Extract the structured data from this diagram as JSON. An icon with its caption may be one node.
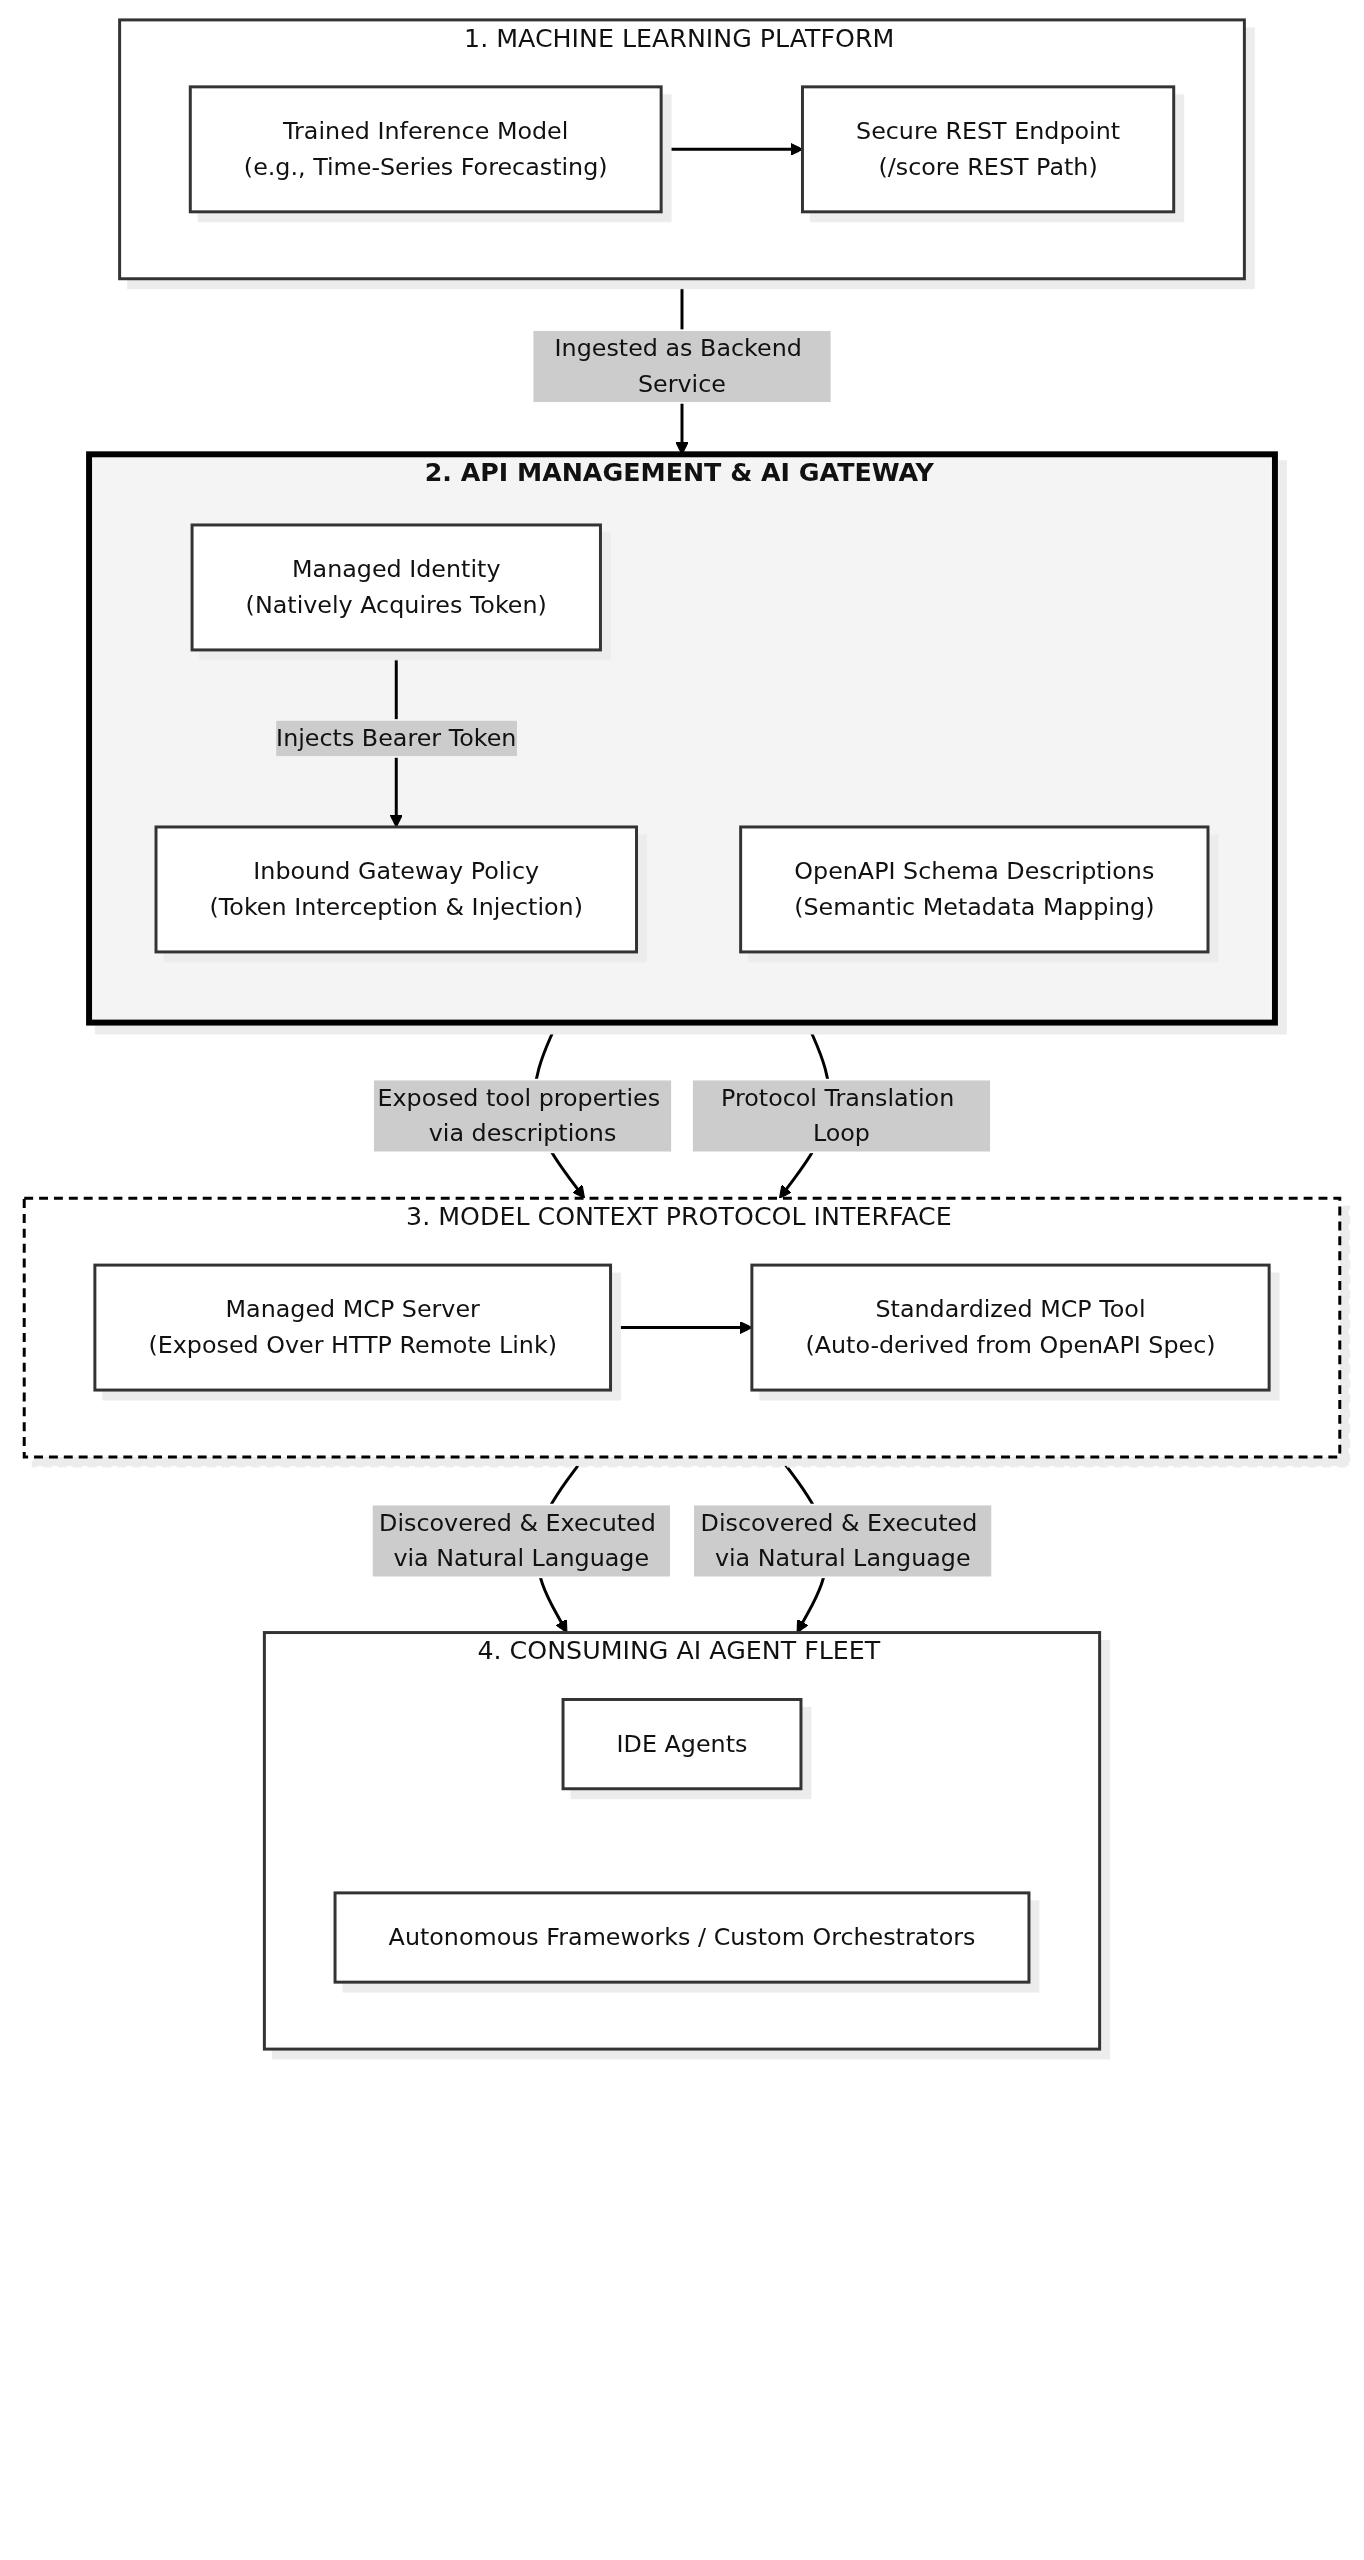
{
  "diagram": {
    "nodes": [
      {
        "text": [
          "1. MACHINE LEARNING PLATFORM"
        ]
      },
      {
        "text": [
          "Trained Inference Model",
          "(e.g., Time-Series Forecasting)"
        ],
        "in": 0
      },
      {
        "text": [
          "Secure REST Endpoint",
          "(/score REST Path)"
        ],
        "in": 0
      },
      {
        "text": [
          "2. API MANAGEMENT & AI GATEWAY"
        ]
      },
      {
        "text": [
          "Managed Identity",
          "(Natively Acquires Token)"
        ],
        "in": 3
      },
      {
        "text": [
          "Inbound Gateway Policy",
          "(Token Interception & Injection)"
        ],
        "in": 3
      },
      {
        "text": [
          "OpenAPI Schema Descriptions",
          "(Semantic Metadata Mapping)"
        ],
        "in": 3
      },
      {
        "text": [
          "3. MODEL CONTEXT PROTOCOL INTERFACE"
        ]
      },
      {
        "text": [
          "Managed MCP Server",
          "(Exposed Over HTTP Remote Link)"
        ],
        "in": 7
      },
      {
        "text": [
          "Standardized MCP Tool",
          "(Auto-derived from OpenAPI Spec)"
        ],
        "in": 7
      },
      {
        "text": [
          "4. CONSUMING AI AGENT FLEET"
        ]
      },
      {
        "text": [
          "IDE Agents"
        ],
        "in": 10
      },
      {
        "text": [
          "Autonomous Frameworks / Custom Orchestrators"
        ],
        "in": 10
      }
    ],
    "edges": [
      {
        "from": 1,
        "to": 2,
        "arrow": "to"
      },
      {
        "from": 0,
        "to": 3,
        "arrow": "to",
        "label": "Ingested as Backend Service"
      },
      {
        "from": 4,
        "to": 5,
        "arrow": "to",
        "label": "Injects Bearer Token"
      },
      {
        "from": 3,
        "to": 7,
        "arrow": "to",
        "label": "Exposed tool properties via descriptions"
      },
      {
        "from": 3,
        "to": 7,
        "arrow": "to",
        "label": "Protocol Translation Loop"
      },
      {
        "from": 8,
        "to": 9,
        "arrow": "to"
      },
      {
        "from": 7,
        "to": 10,
        "arrow": "to",
        "label": "Discovered & Executed via Natural Language"
      },
      {
        "from": 7,
        "to": 10,
        "arrow": "to",
        "label": "Discovered & Executed via Natural Language"
      }
    ]
  }
}
